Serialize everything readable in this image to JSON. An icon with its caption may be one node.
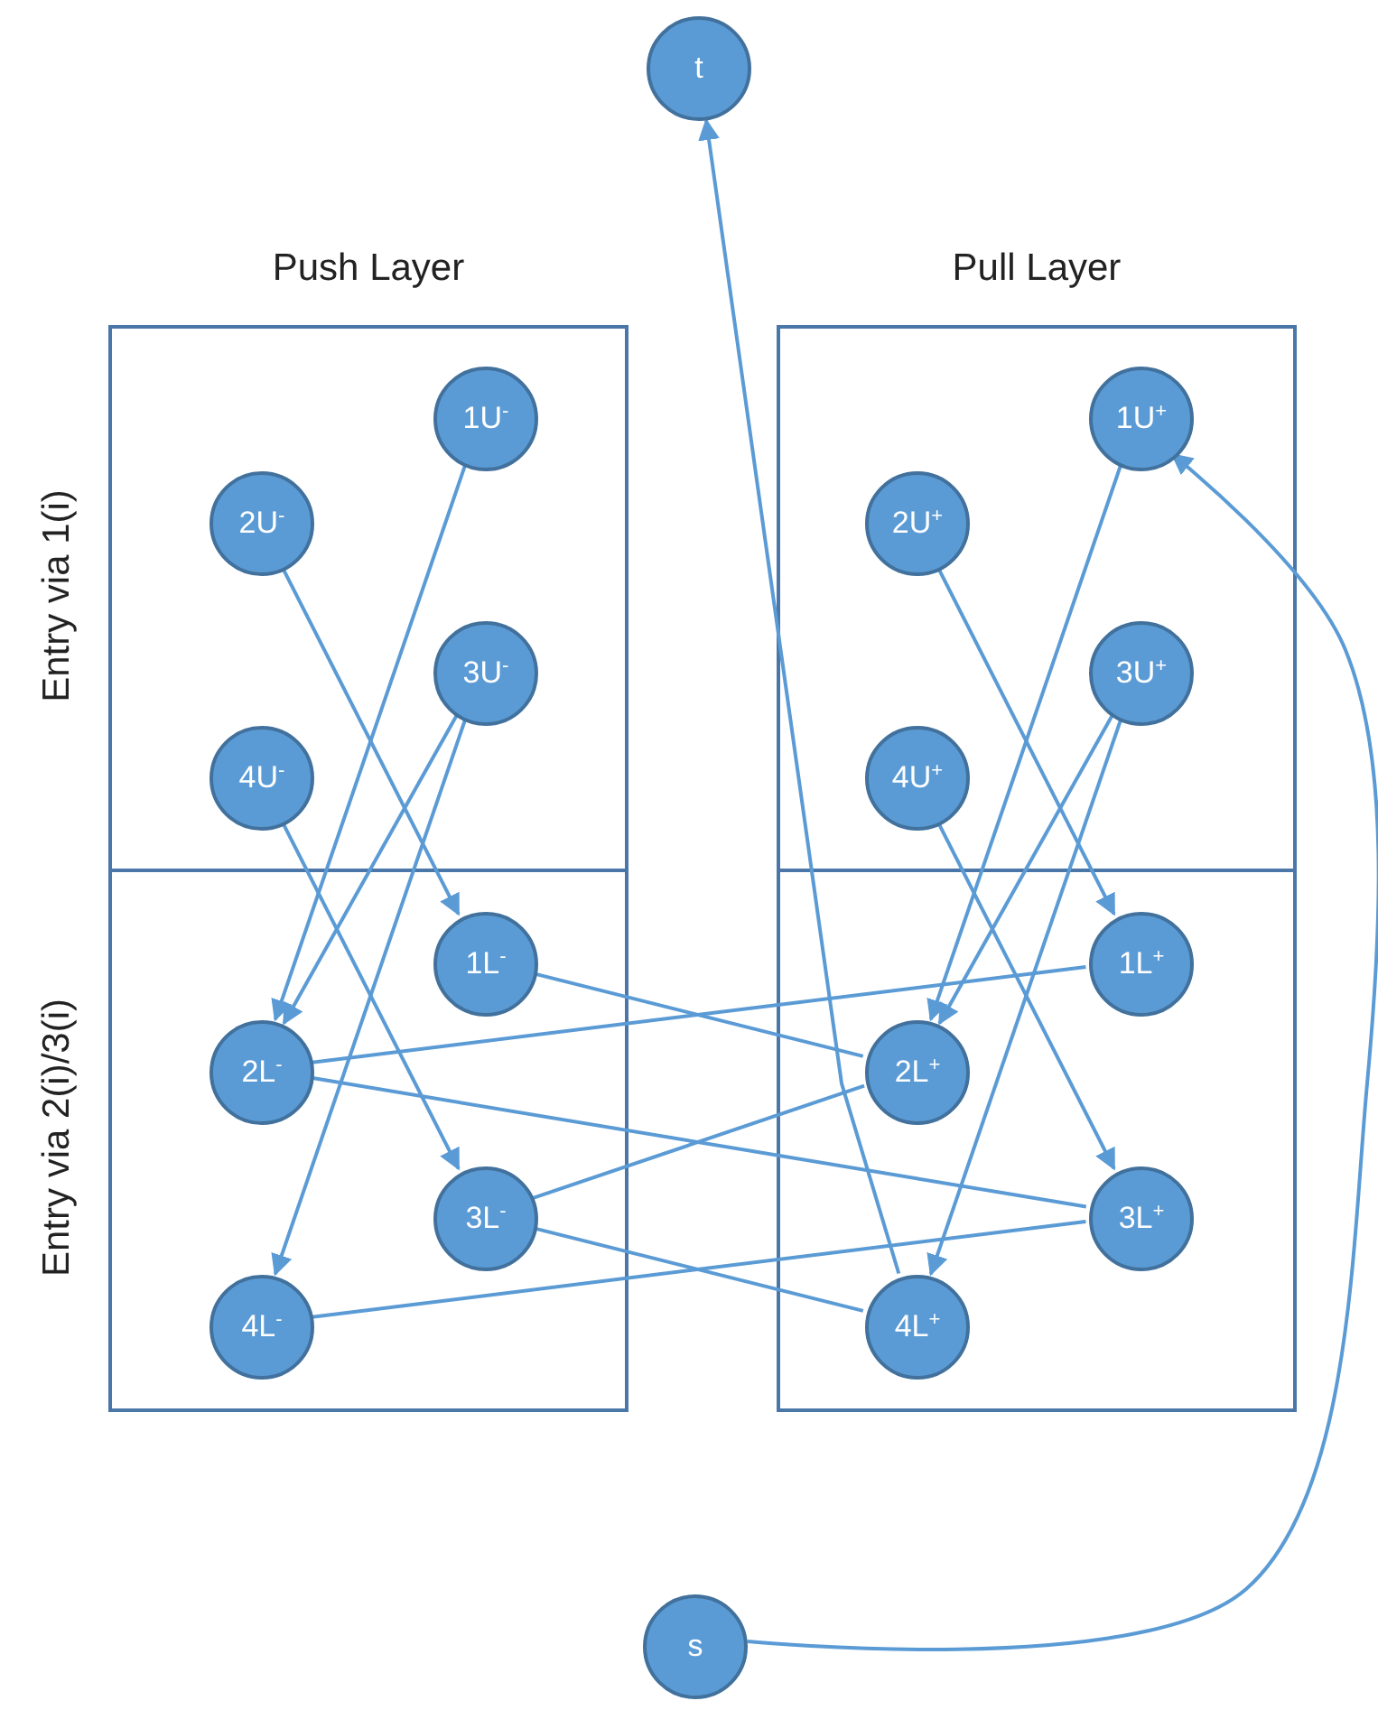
{
  "diagram": {
    "nodes": [
      {
        "text": [
          "t"
        ]
      },
      {
        "text": [
          "Push Layer"
        ]
      },
      {
        "text": [
          "Pull Layer"
        ]
      },
      {
        "text": [
          "1U$^{-}$"
        ],
        "in": 1
      },
      {
        "text": [
          "2U$^{-}$"
        ],
        "in": 1
      },
      {
        "text": [
          "3U$^{-}$"
        ],
        "in": 1
      },
      {
        "text": [
          "4U$^{-}$"
        ],
        "in": 1
      },
      {
        "text": [
          "1L$^{-}$"
        ],
        "in": 1
      },
      {
        "text": [
          "2L$^{-}$"
        ],
        "in": 1
      },
      {
        "text": [
          "3L$^{-}$"
        ],
        "in": 1
      },
      {
        "text": [
          "4L$^{-}$"
        ],
        "in": 1
      },
      {
        "text": [
          "1U$^{+}$"
        ],
        "in": 2
      },
      {
        "text": [
          "2U$^{+}$"
        ],
        "in": 2
      },
      {
        "text": [
          "3U$^{+}$"
        ],
        "in": 2
      },
      {
        "text": [
          "4U$^{+}$"
        ],
        "in": 2
      },
      {
        "text": [
          "1L$^{+}$"
        ],
        "in": 2
      },
      {
        "text": [
          "2L$^{+}$"
        ],
        "in": 2
      },
      {
        "text": [
          "3L$^{+}$"
        ],
        "in": 2
      },
      {
        "text": [
          "4L$^{+}$"
        ],
        "in": 2
      },
      {
        "text": [
          "s"
        ]
      }
    ],
    "edges": [
      {
        "from": 3,
        "to": 8,
        "arrow": "to"
      },
      {
        "from": 4,
        "to": 7,
        "arrow": "to"
      },
      {
        "from": 5,
        "to": 8,
        "arrow": "to"
      },
      {
        "from": 5,
        "to": 10,
        "arrow": "to"
      },
      {
        "from": 6,
        "to": 9,
        "arrow": "to"
      },
      {
        "from": 7,
        "to": 16,
        "arrow": "none"
      },
      {
        "from": 8,
        "to": 15,
        "arrow": "none"
      },
      {
        "from": 8,
        "to": 17,
        "arrow": "none"
      },
      {
        "from": 9,
        "to": 16,
        "arrow": "none"
      },
      {
        "from": 9,
        "to": 18,
        "arrow": "none"
      },
      {
        "from": 10,
        "to": 17,
        "arrow": "none"
      },
      {
        "from": 11,
        "to": 16,
        "arrow": "to"
      },
      {
        "from": 12,
        "to": 15,
        "arrow": "to"
      },
      {
        "from": 13,
        "to": 16,
        "arrow": "to"
      },
      {
        "from": 13,
        "to": 18,
        "arrow": "to"
      },
      {
        "from": 14,
        "to": 17,
        "arrow": "to"
      },
      {
        "from": 18,
        "to": 0,
        "arrow": "to"
      },
      {
        "from": 19,
        "to": 11,
        "arrow": "to"
      }
    ],
    "labels": [
      "Entry via 1(i)",
      "Entry via 2(i)/3(i)"
    ]
  }
}
